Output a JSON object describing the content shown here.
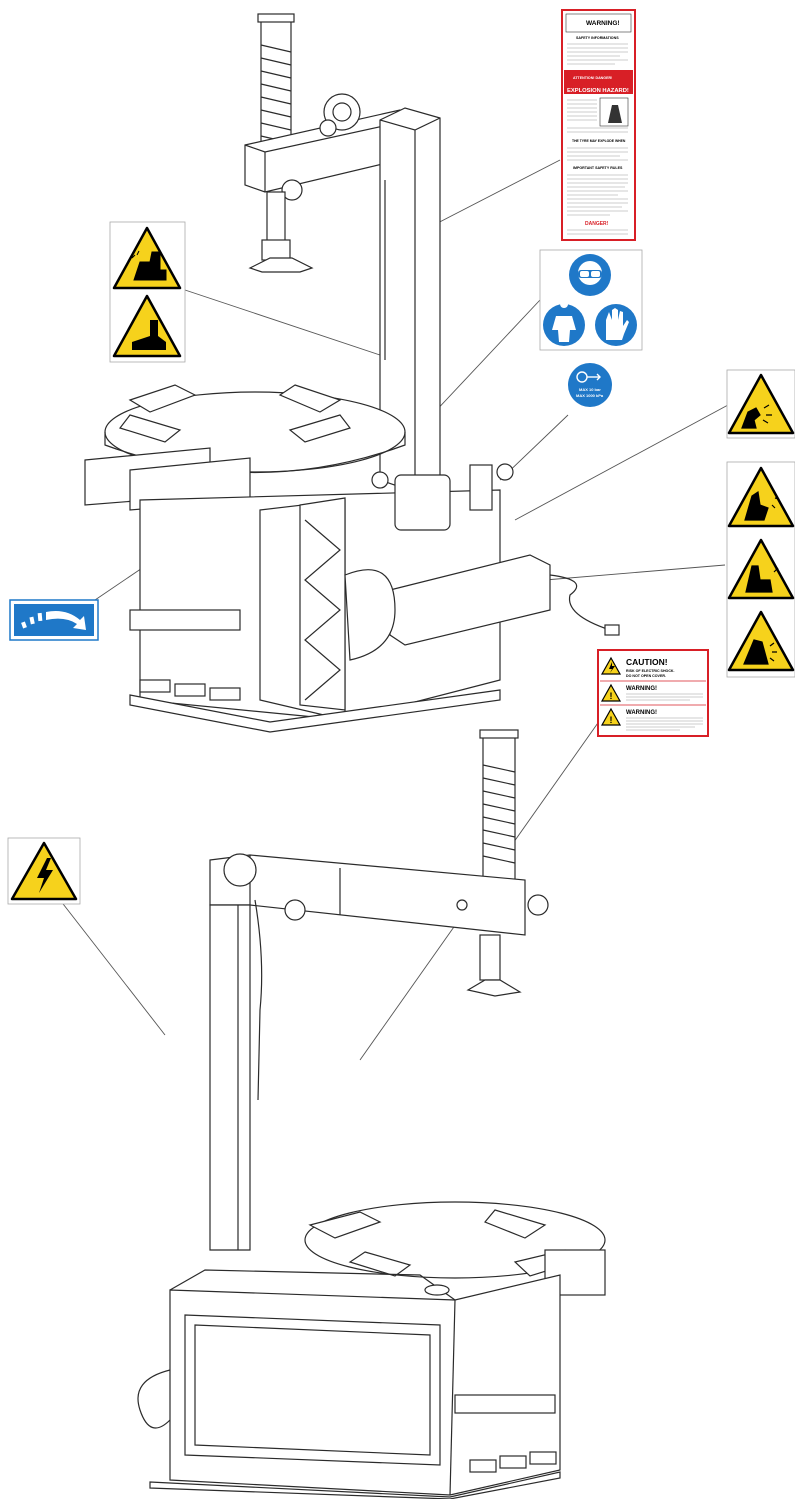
{
  "colors": {
    "line": "#2b2b2b",
    "warning_yellow": "#f6d21c",
    "mandatory_blue": "#1f78c8",
    "danger_red": "#d81f26",
    "leader": "#555555"
  },
  "icons": [
    "hand-crush-icon",
    "foot-crush-icon",
    "safety-goggles-icon",
    "protective-clothing-icon",
    "gloves-icon",
    "pressure-gauge-icon",
    "rotation-arrow-icon",
    "flying-parts-icon",
    "hand-pinch-icon",
    "tool-impact-icon",
    "tire-explosion-icon",
    "electric-shock-icon"
  ],
  "labels": {
    "safety_panel": {
      "warning_title": "WARNING!",
      "safety_info": "SAFETY INFORMATIONS",
      "top_band": "ATTENTION! DANGER!",
      "explosion_title": "EXPLOSION HAZARD!",
      "explosion_sub": "THE TYRE MAY EXPLODE WHEN",
      "rules": "IMPORTANT SAFETY RULES",
      "danger": "DANGER!"
    },
    "pressure": {
      "line1": "MAX 10 bar",
      "line2": "MAX 1000 kPa"
    },
    "electric": {
      "caution_title": "CAUTION!",
      "caution_line1": "RISK OF ELECTRIC SHOCK.",
      "caution_line2": "DO NOT OPEN COVER.",
      "warning1_title": "WARNING!",
      "warning2_title": "WARNING!"
    }
  }
}
